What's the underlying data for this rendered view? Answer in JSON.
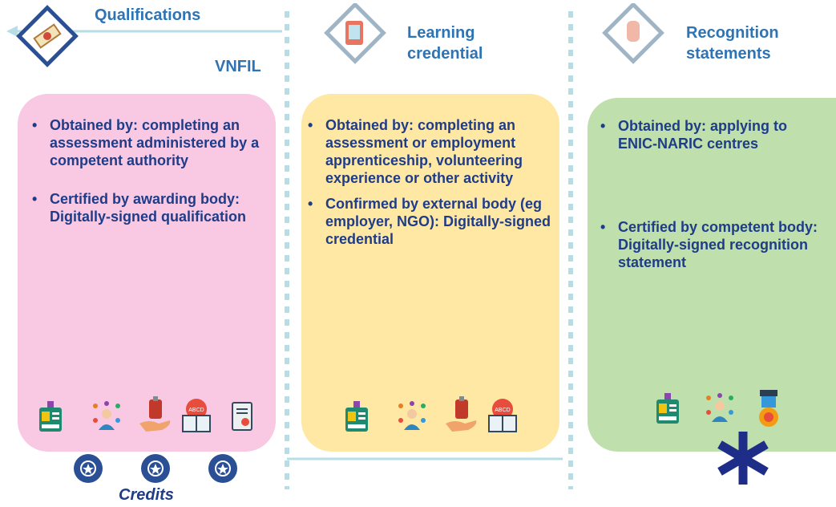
{
  "columns": {
    "qualifications": {
      "title": "Qualifications",
      "side_label": "VNFIL",
      "bullets": [
        "Obtained by: completing an assessment administered by a competent authority",
        "Certified by awarding body: Digitally-signed qualification"
      ],
      "icons": [
        "id-badge-icon",
        "person-network-icon",
        "hand-holding-icon",
        "open-book-icon",
        "certificate-scroll-icon"
      ],
      "credits_label": "Credits"
    },
    "learning": {
      "title_line1": "Learning",
      "title_line2": "credential",
      "bullets": [
        "Obtained by: completing an assessment or employment apprenticeship, volunteering experience or other activity",
        "Confirmed by external body (eg employer, NGO): Digitally-signed credential"
      ],
      "icons": [
        "id-badge-icon",
        "person-network-icon",
        "hand-holding-icon",
        "open-book-icon"
      ]
    },
    "recognition": {
      "title_line1": "Recognition",
      "title_line2": "statements",
      "bullets": [
        "Obtained by: applying to ENIC-NARIC centres",
        "Certified by competent body: Digitally-signed recognition statement"
      ],
      "icons": [
        "id-badge-icon",
        "person-network-icon",
        "medal-icon"
      ]
    }
  },
  "book_icon_text": "ABCD",
  "colors": {
    "pink": "#f9c9e4",
    "yellow": "#ffe8a3",
    "green": "#bfe0ac",
    "heading": "#2e74b5",
    "text": "#1f3c88",
    "connector": "#b7dde6",
    "asterisk": "#1e2d87"
  }
}
